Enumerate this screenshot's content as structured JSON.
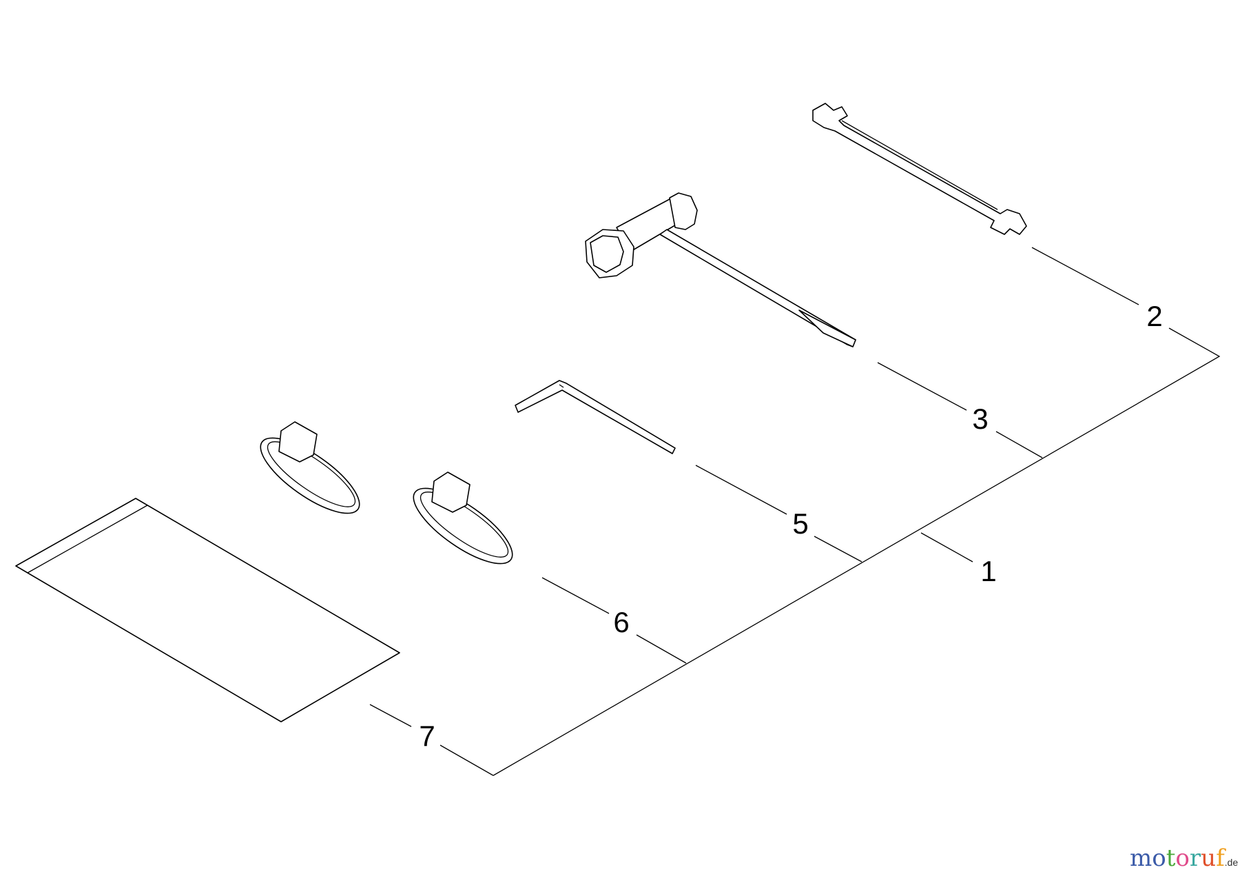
{
  "callouts": [
    {
      "id": "1",
      "label": "1"
    },
    {
      "id": "2",
      "label": "2"
    },
    {
      "id": "3",
      "label": "3"
    },
    {
      "id": "5",
      "label": "5"
    },
    {
      "id": "6",
      "label": "6"
    },
    {
      "id": "7",
      "label": "7"
    }
  ],
  "parts": [
    "open-end-wrench",
    "t-socket-wrench",
    "hex-key",
    "cable-tie",
    "cable-tie",
    "instruction-bag"
  ],
  "logo": {
    "text": "motoruf",
    "tld": ".de",
    "letter_colors": [
      "#3a5aa8",
      "#3a5aa8",
      "#4aa83a",
      "#e04a8a",
      "#3aa8a0",
      "#e0502a",
      "#f0a020",
      "#e8c020"
    ]
  }
}
